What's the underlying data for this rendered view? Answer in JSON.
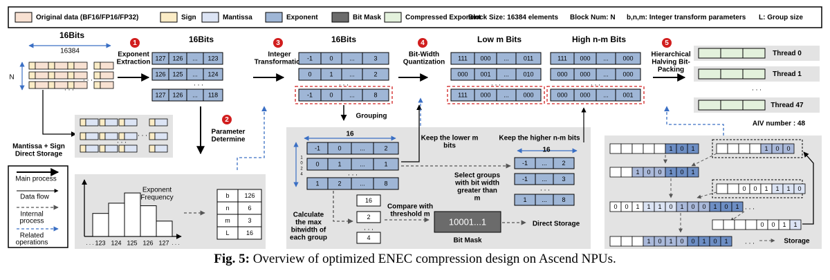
{
  "legend": {
    "items": [
      {
        "label": "Original data (BF16/FP16/FP32)",
        "color": "#f8e1d2"
      },
      {
        "label": "Sign",
        "color": "#fbecc6"
      },
      {
        "label": "Mantissa",
        "color": "#dce4f4"
      },
      {
        "label": "Exponent",
        "color": "#9fb6d6"
      },
      {
        "label": "Bit Mask",
        "color": "#6b6b6b"
      },
      {
        "label": "Compressed Exponent",
        "color": "#e3f1dc"
      }
    ],
    "block_size": "Block Size: 16384 elements",
    "block_num": "Block Num: N",
    "bnm": "b,n,m: Integer transform parameters",
    "group_size": "L: Group size"
  },
  "headers": {
    "bits16_a": "16Bits",
    "bits16_b": "16Bits",
    "bits16_c": "16Bits",
    "low_m": "Low m Bits",
    "high_nm": "High n-m Bits",
    "block_width": "16384",
    "n_label": "N"
  },
  "steps": {
    "s1": "1",
    "s1_label": [
      "Exponent",
      "Extraction"
    ],
    "s2": "2",
    "s2_label": [
      "Parameter",
      "Determine"
    ],
    "s3": "3",
    "s3_label": [
      "Integer",
      "Transformation"
    ],
    "s4": "4",
    "s4_label": [
      "Bit-Width",
      "Quantization"
    ],
    "s5": "5",
    "s5_label": [
      "Hierarchical",
      "Halving Bit-",
      "Packing"
    ]
  },
  "exp_table": [
    [
      "127",
      "126",
      "...",
      "123"
    ],
    [
      "126",
      "125",
      "...",
      "124"
    ],
    [
      "127",
      "126",
      "...",
      "118"
    ]
  ],
  "int_table": [
    [
      "-1",
      "0",
      "...",
      "3"
    ],
    [
      "0",
      "1",
      "...",
      "2"
    ],
    [
      "-1",
      "0",
      "...",
      "8"
    ]
  ],
  "low_table": [
    [
      "111",
      "000",
      "...",
      "011"
    ],
    [
      "000",
      "001",
      "...",
      "010"
    ],
    [
      "111",
      "000",
      "...",
      "000"
    ]
  ],
  "high_table": [
    [
      "111",
      "000",
      "...",
      "000"
    ],
    [
      "000",
      "000",
      "...",
      "000"
    ],
    [
      "000",
      "000",
      "...",
      "001"
    ]
  ],
  "threads": [
    "Thread 0",
    "Thread 1",
    "Thread 47"
  ],
  "aiv": "AIV number : 48",
  "mantissa_storage": [
    "Mantissa + Sign",
    "Direct Storage"
  ],
  "key": {
    "main": "Main process",
    "flow": "Data flow",
    "internal": [
      "Internal",
      "process"
    ],
    "related": [
      "Related",
      "operations"
    ]
  },
  "histogram": {
    "title": [
      "Exponent",
      "Frequency"
    ],
    "ticks": [
      "123",
      "124",
      "125",
      "126",
      "127"
    ],
    "heights": [
      0.45,
      0.65,
      0.85,
      0.6,
      0.3
    ]
  },
  "params": [
    [
      "b",
      "126"
    ],
    [
      "n",
      "6"
    ],
    [
      "m",
      "3"
    ],
    [
      "L",
      "16"
    ]
  ],
  "group": {
    "label": "Grouping",
    "width": "16",
    "rows": [
      [
        "-1",
        "0",
        "...",
        "2"
      ],
      [
        "0",
        "1",
        "...",
        "1"
      ],
      [
        "1",
        "2",
        "...",
        "8"
      ]
    ],
    "side": [
      "1",
      "0",
      "2",
      "4"
    ],
    "calc": [
      "Calculate",
      "the max",
      "bitwidth of",
      "each group"
    ],
    "bitwidths": [
      "16",
      "2",
      "4"
    ],
    "compare": [
      "Compare with",
      "threshold m"
    ],
    "bitmask": "10001...1",
    "bitmask_label": "Bit Mask",
    "direct": "Direct Storage",
    "keep_low": [
      "Keep the lower m",
      "bits"
    ],
    "keep_high": "Keep the higher n-m bits",
    "select": [
      "Select groups",
      "with bit width",
      "greater than",
      "m"
    ],
    "right_width": "16",
    "right_rows": [
      [
        "-1",
        "...",
        "2"
      ],
      [
        "-1",
        "...",
        "3"
      ],
      [
        "1",
        "...",
        "8"
      ]
    ]
  },
  "packing": {
    "row1": [
      "1",
      "0",
      "1"
    ],
    "row1b": [
      "1",
      "0",
      "0"
    ],
    "row2": [
      "1",
      "0",
      "0",
      "1",
      "0",
      "1"
    ],
    "row3": [
      "0",
      "0",
      "1",
      "1",
      "1",
      "0"
    ],
    "row4": [
      "0",
      "0",
      "1",
      "1",
      "1",
      "0",
      "1",
      "0",
      "0",
      "1",
      "0",
      "1"
    ],
    "row5": [
      "0",
      "0",
      "1",
      "1"
    ],
    "row6": [
      "1",
      "0",
      "1",
      "0",
      "0",
      "1",
      "0",
      "1"
    ],
    "storage": "Storage"
  },
  "caption": {
    "fig": "Fig. 5:",
    "text": " Overview of optimized ENEC compression design on Ascend NPUs."
  }
}
